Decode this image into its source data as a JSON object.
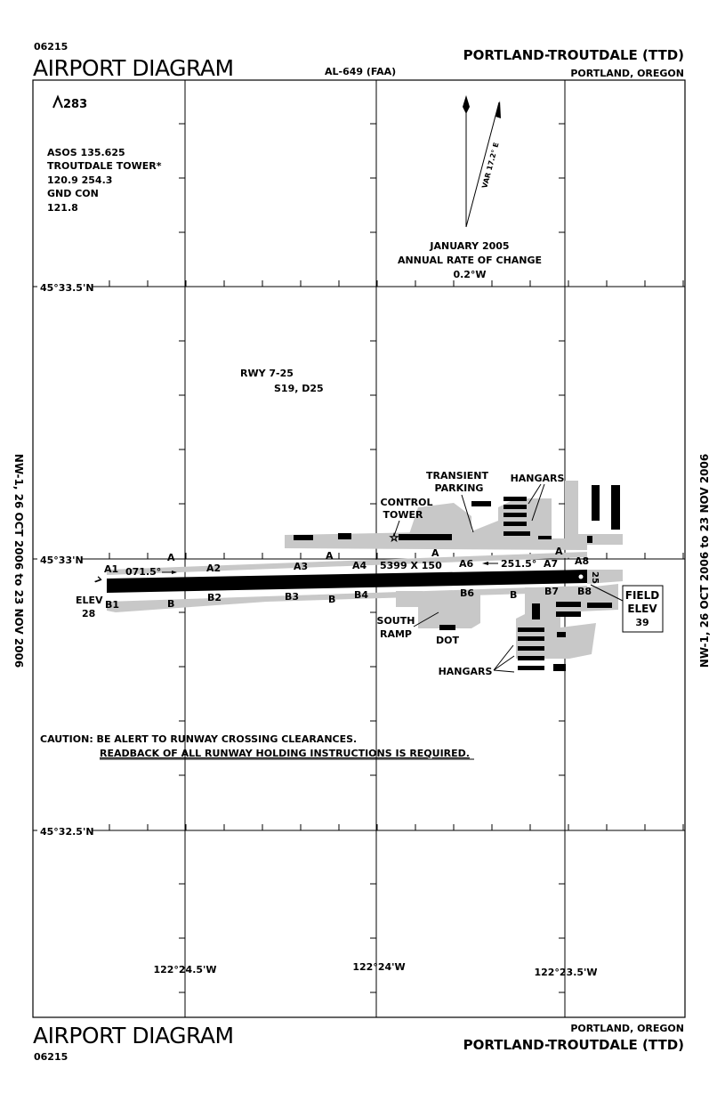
{
  "header": {
    "chart_number": "06215",
    "title": "AIRPORT DIAGRAM",
    "procedure_id": "AL-649 (FAA)",
    "airport_name": "PORTLAND-TROUTDALE (TTD)",
    "city_state": "PORTLAND, OREGON"
  },
  "footer": {
    "chart_number": "06215",
    "title": "AIRPORT DIAGRAM",
    "airport_name": "PORTLAND-TROUTDALE (TTD)",
    "city_state": "PORTLAND, OREGON"
  },
  "side_note": "NW-1, 26 OCT 2006 to 23 NOV 2006",
  "obstacle": {
    "elevation": "283"
  },
  "frequencies": [
    "ASOS 135.625",
    "TROUTDALE TOWER*",
    "120.9  254.3",
    "GND CON",
    "121.8"
  ],
  "magnetic": {
    "variation": "VAR 17.2° E",
    "date": "JANUARY 2005",
    "rate_label": "ANNUAL RATE OF CHANGE",
    "rate": "0.2°W"
  },
  "latitudes": [
    "45°33.5'N",
    "45°33'N",
    "45°32.5'N"
  ],
  "longitudes": [
    "122°24.5'W",
    "122°24'W",
    "122°23.5'W"
  ],
  "runway": {
    "name": "RWY 7-25",
    "strength": "S19, D25",
    "dimensions": "5399 X 150",
    "heading_7": "071.5°",
    "heading_25": "251.5°",
    "end_7": "7",
    "end_25": "25",
    "elev_7_label": "ELEV",
    "elev_7": "28"
  },
  "field_elevation": {
    "label1": "FIELD",
    "label2": "ELEV",
    "value": "39"
  },
  "taxiways": {
    "a_labels": [
      "A1",
      "A2",
      "A3",
      "A4",
      "A6",
      "A7",
      "A8"
    ],
    "b_labels": [
      "B1",
      "B2",
      "B3",
      "B4",
      "B6",
      "B7",
      "B8"
    ],
    "parallel_a": "A",
    "parallel_b": "B"
  },
  "features": {
    "control_tower": [
      "CONTROL",
      "TOWER"
    ],
    "transient_parking": [
      "TRANSIENT",
      "PARKING"
    ],
    "hangars_north": "HANGARS",
    "south_ramp": [
      "SOUTH",
      "RAMP"
    ],
    "dot": "DOT",
    "hangars_south": "HANGARS"
  },
  "caution": {
    "line1": "CAUTION: BE ALERT TO RUNWAY CROSSING CLEARANCES.",
    "line2": "READBACK OF ALL RUNWAY HOLDING INSTRUCTIONS IS REQUIRED."
  }
}
